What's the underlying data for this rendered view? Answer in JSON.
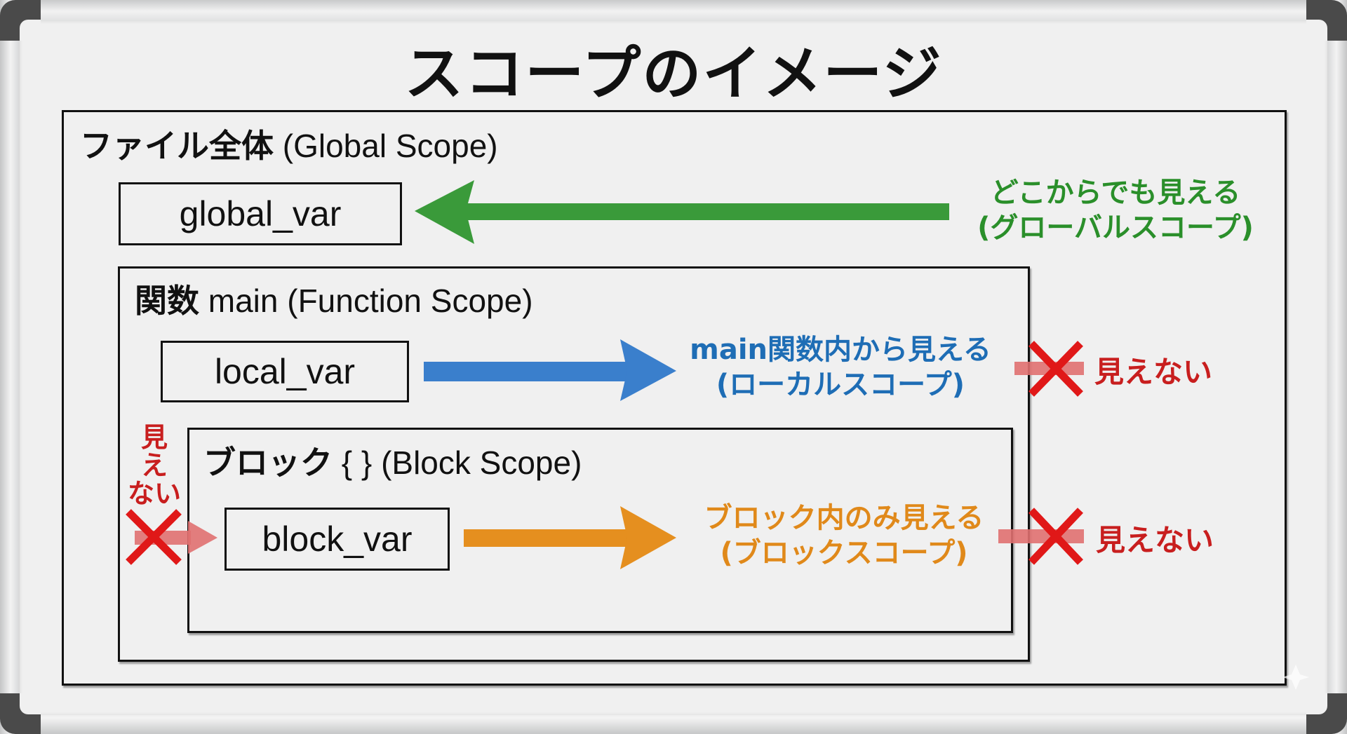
{
  "title": "スコープのイメージ",
  "colors": {
    "global": "#3a9a3a",
    "local": "#3a7fcc",
    "block": "#e58f1f",
    "blocked_bar": "#e07070",
    "cross": "#e01818",
    "invisible_text": "#c81e1e"
  },
  "scopes": {
    "global": {
      "label_jp": "ファイル全体",
      "label_en": "(Global Scope)",
      "variable": "global_var",
      "note_line1": "どこからでも見える",
      "note_line2": "(グローバルスコープ)",
      "arrow_direction": "left"
    },
    "function": {
      "label_jp": "関数",
      "label_en": "main (Function Scope)",
      "variable": "local_var",
      "note_line1": "main関数内から見える",
      "note_line2": "(ローカルスコープ)",
      "arrow_direction": "right",
      "outside_access": "見えない"
    },
    "block": {
      "label_jp": "ブロック",
      "label_en": "{ } (Block Scope)",
      "variable": "block_var",
      "note_line1": "ブロック内のみ見える",
      "note_line2": "(ブロックスコープ)",
      "arrow_direction": "right",
      "outside_access": "見えない",
      "outer_access_vertical": [
        "見",
        "え",
        "ない"
      ]
    }
  },
  "icons": {
    "cross": "cross-mark-icon",
    "arrow": "arrow-icon"
  }
}
